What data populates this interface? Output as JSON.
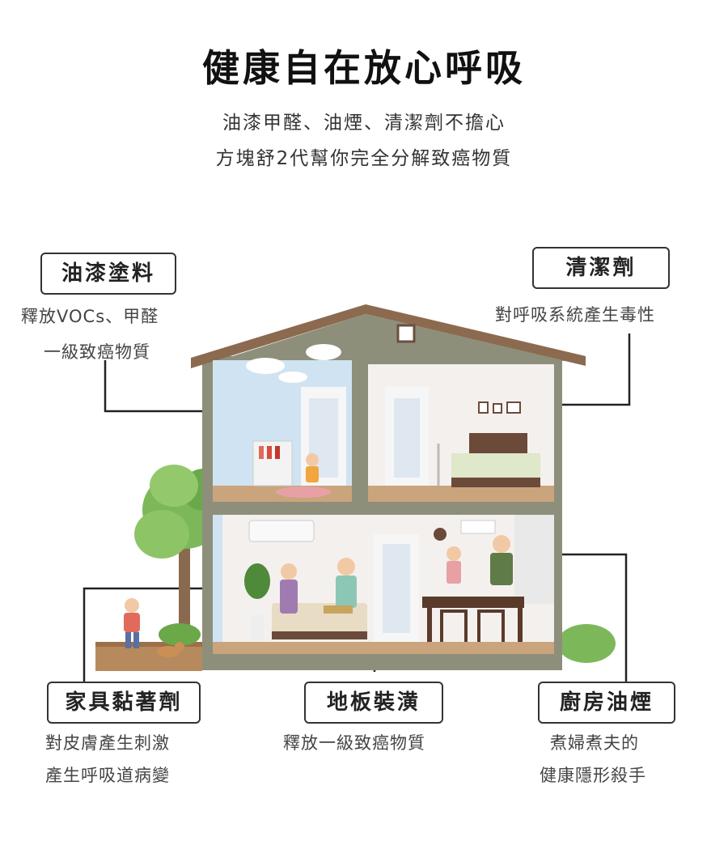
{
  "header": {
    "title": "健康自在放心呼吸",
    "subtitle_line1": "油漆甲醛、油煙、清潔劑不擔心",
    "subtitle_line2": "方塊舒2代幫你完全分解致癌物質"
  },
  "callouts": {
    "paint": {
      "label": "油漆塗料",
      "desc_line1": "釋放VOCs、甲醛",
      "desc_line2": "一級致癌物質"
    },
    "cleaner": {
      "label": "清潔劑",
      "desc_line1": "對呼吸系統產生毒性"
    },
    "furniture": {
      "label": "家具黏著劑",
      "desc_line1": "對皮膚產生刺激",
      "desc_line2": "產生呼吸道病變"
    },
    "floor": {
      "label": "地板裝潢",
      "desc_line1": "釋放一級致癌物質"
    },
    "kitchen": {
      "label": "廚房油煙",
      "desc_line1": "煮婦煮夫的",
      "desc_line2": "健康隱形殺手"
    }
  },
  "colors": {
    "roof": "#8c6a4f",
    "wall_frame": "#8d8f7a",
    "floor": "#c9a47d",
    "sky_room": "#cfe3f2",
    "room_wall": "#f4f0ee",
    "tree": "#7cb85a"
  }
}
